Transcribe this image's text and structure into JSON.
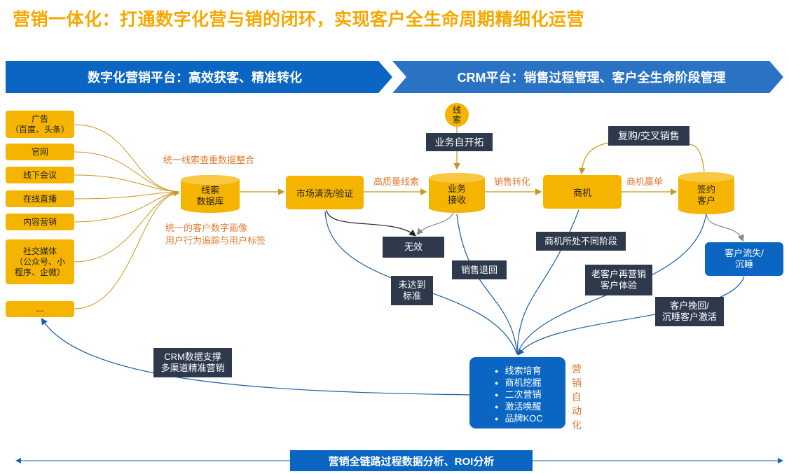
{
  "title": "营销一体化：打通数字化营与销的闭环，实现客户全生命周期精细化运营",
  "banners": {
    "left": "数字化营销平台：高效获客、精准转化",
    "right": "CRM平台：销售过程管理、客户全生命阶段管理"
  },
  "sources": [
    "广告\n（百度、头条）",
    "官网",
    "线下会议",
    "在线直播",
    "内容营销",
    "社交媒体\n（公众号、小\n程序、企微）",
    "..."
  ],
  "nodes": {
    "lead_db": "线索\n数据库",
    "clean": "市场清洗/验证",
    "biz_accept": "业务\n接收",
    "opportunity": "商机",
    "signed": "签约\n客户",
    "lead_circle": "线\n索"
  },
  "labels": {
    "unify_leads": "统一线索查重数据整合",
    "unify_profile": "统一的客户数字画像\n用户行为追踪与用户标签",
    "hq_leads": "高质量线索",
    "sales_convert": "销售转化",
    "opp_win": "商机赢单",
    "self_develop": "业务自开拓",
    "repurchase": "复购/交叉销售",
    "invalid": "无效",
    "not_met": "未达到\n标准",
    "sales_return": "销售退回",
    "opp_stages": "商机所处不同阶段",
    "old_customer": "老客户再营销\n客户体验",
    "win_back": "客户挽回/\n沉睡客户激活",
    "churn": "客户流失/\n沉睡",
    "crm_support": "CRM数据支撑\n多渠道精准营销",
    "marketing_auto": "营\n销\n自\n动\n化",
    "bottom": "营销全链路过程数据分析、ROI分析"
  },
  "automation_items": [
    "线索培育",
    "商机挖掘",
    "二次营销",
    "激活唤醒",
    "品牌KOC"
  ],
  "colors": {
    "yellow": "#f5b400",
    "blue": "#0a66c2",
    "dark": "#2e3a4c",
    "orange_text": "#e07a2e",
    "title": "#f5a800"
  }
}
